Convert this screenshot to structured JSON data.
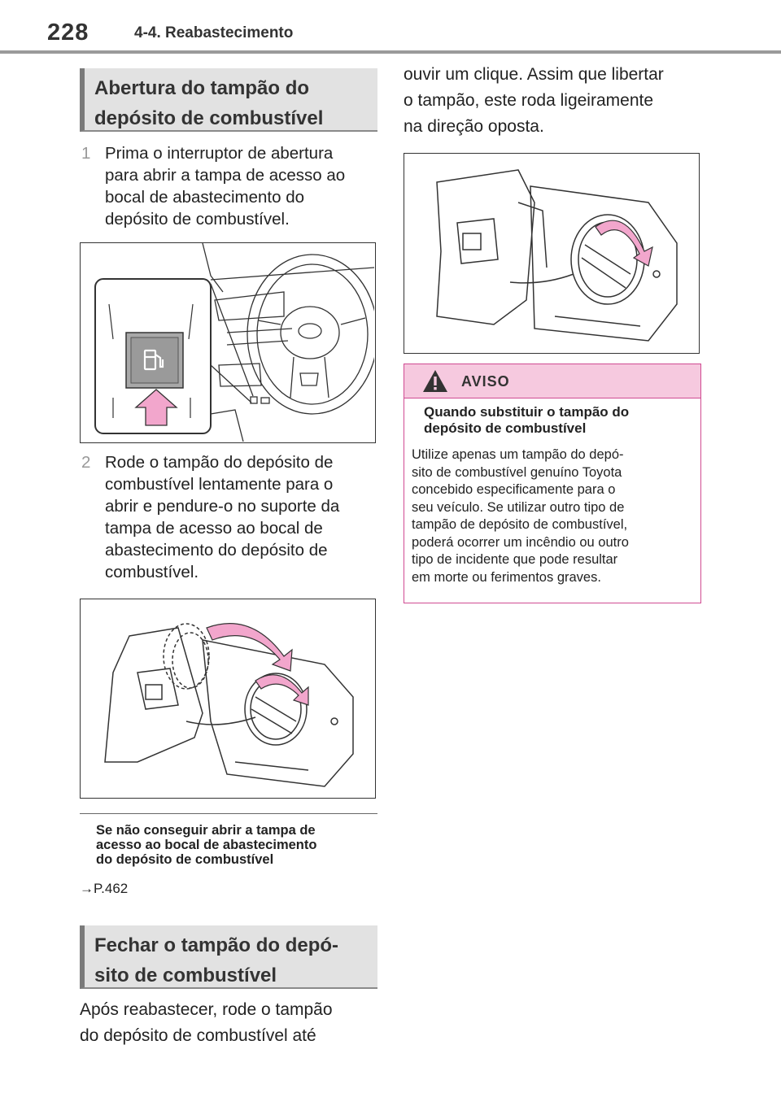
{
  "header": {
    "page_number": "228",
    "section": "4-4. Reabastecimento"
  },
  "sections": {
    "open": {
      "title_line1": "Abertura do tampão do",
      "title_line2": "depósito de combustível",
      "steps": [
        {
          "num": "1",
          "lines": [
            "Prima o interruptor de abertura",
            "para abrir a tampa de acesso ao",
            "bocal de abastecimento do",
            "depósito de combustível."
          ]
        },
        {
          "num": "2",
          "lines": [
            "Rode o tampão do depósito de",
            "combustível lentamente para o",
            "abrir e pendure-o no suporte da",
            "tampa de acesso ao bocal de",
            "abastecimento do depósito de",
            "combustível."
          ]
        }
      ],
      "note": {
        "lines": [
          "Se não conseguir abrir a tampa de",
          "acesso ao bocal de abastecimento",
          "do depósito de combustível"
        ],
        "ref": "→P.462"
      }
    },
    "close": {
      "title_line1": "Fechar o tampão do depó-",
      "title_line2": "sito de combustível",
      "body_left": [
        "Após reabastecer, rode o tampão",
        "do depósito de combustível até"
      ],
      "body_right": [
        "ouvir um clique. Assim que libertar",
        "o tampão, este roda ligeiramente",
        "na direção oposta."
      ]
    }
  },
  "warning": {
    "label": "AVISO",
    "subtitle_lines": [
      "Quando substituir o tampão do",
      "depósito de combustível"
    ],
    "text_lines": [
      "Utilize apenas um tampão do depó-",
      "sito de combustível genuíno Toyota",
      "concebido especificamente para o",
      "seu veículo. Se utilizar outro tipo de",
      "tampão de depósito de combustível,",
      "poderá ocorrer um incêndio ou outro",
      "tipo de incidente que pode resultar",
      "em morte ou ferimentos graves."
    ]
  },
  "colors": {
    "warning_accent": "#d04b92",
    "warning_fill": "#f6c9df",
    "arrow_pink": "#f2a6cc",
    "heading_fill": "#e2e2e2"
  }
}
